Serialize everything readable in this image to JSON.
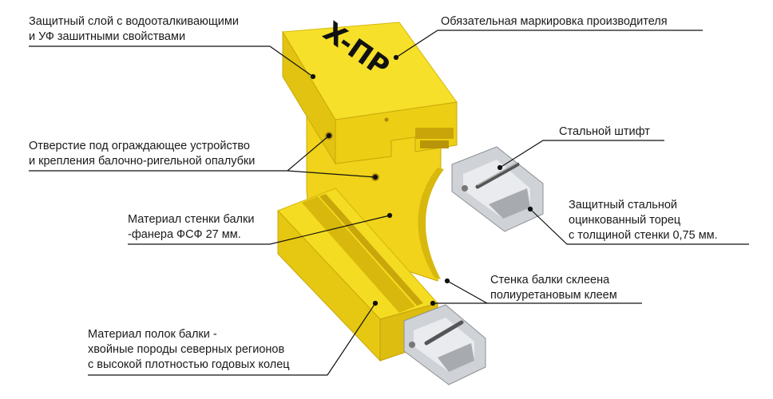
{
  "brand_marking": "X-ПР",
  "colors": {
    "wood": "#f2d81c",
    "wood_dark": "#d9b90c",
    "wood_side": "#e8c80f",
    "steel": "#c9ccd0",
    "steel_dark": "#8e9296",
    "leader": "#111111"
  },
  "labels": {
    "protective_layer": {
      "line1": "Защитный слой с водооталкивающими",
      "line2": "и УФ зашитными свойствами"
    },
    "manufacturer_marking": {
      "line1": "Обязательная маркировка производителя"
    },
    "mounting_hole": {
      "line1": "Отверстие под ограждающее устройство",
      "line2": "и крепления балочно-ригельной опалубки"
    },
    "steel_pin": {
      "line1": "Стальной штифт"
    },
    "web_material": {
      "line1": "Материал стенки балки",
      "line2": "-фанера ФСФ 27 мм."
    },
    "end_cap": {
      "line1": "Защитный стальной",
      "line2": "оцинкованный торец",
      "line3": "с толщиной стенки 0,75 мм."
    },
    "glue": {
      "line1": "Стенка балки склеена",
      "line2": "полиуретановым клеем"
    },
    "flange_material": {
      "line1": "Материал полок балки -",
      "line2": "хвойные породы северных регионов",
      "line3": "с высокой плотностью годовых колец"
    }
  }
}
